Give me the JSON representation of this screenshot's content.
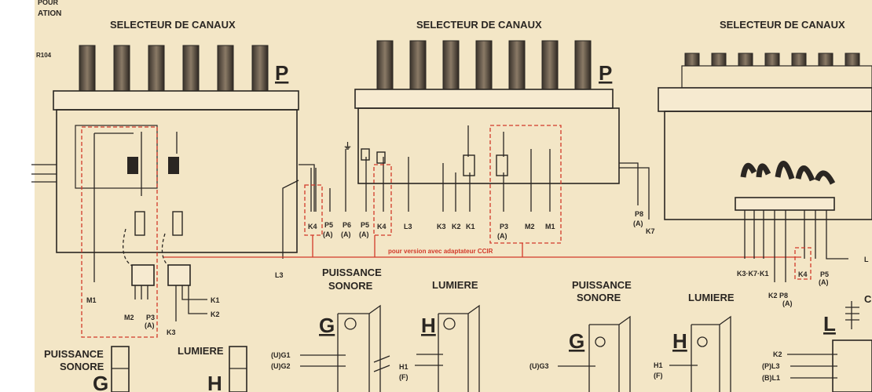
{
  "corner": {
    "line1": "POUR",
    "line2": "ATION",
    "ref": "R104"
  },
  "selectors": {
    "title": "SELECTEUR DE CANAUX",
    "marker": "P"
  },
  "labels": {
    "s1": [
      "K4",
      "P5",
      "(A)",
      "P6",
      "(A)",
      "P5",
      "(A)",
      "K4",
      "L3",
      "K3",
      "K2",
      "K1",
      "P3",
      "(A)",
      "M2",
      "M1"
    ],
    "s1_left": {
      "l3": "L3",
      "m1": "M1",
      "m2": "M2",
      "p3": "P3",
      "a": "(A)",
      "k3": "K3",
      "k1": "K1",
      "k2": "K2"
    },
    "right": {
      "p8": "P8",
      "a": "(A)",
      "k7": "K7",
      "k3k7k1": "K3·K7·K1",
      "k4": "K4",
      "p5": "P5",
      "a2": "(A)",
      "k2p8": "K2  P8",
      "a3": "(A)",
      "l": "L"
    },
    "ccir": "pour version avec adaptateur CCIR",
    "ground": "⏚"
  },
  "modules": {
    "puissance_a": {
      "l1": "PUISSANCE",
      "l2": "SONORE",
      "letter": "G",
      "g1": "(U)G1",
      "g2": "(U)G2"
    },
    "lumiere_a": {
      "title": "LUMIERE",
      "letter": "H",
      "h1": "H1",
      "f": "(F)"
    },
    "puissance_b": {
      "l1": "PUISSANCE",
      "l2": "SONORE",
      "letter": "G",
      "g3": "(U)G3"
    },
    "lumiere_b": {
      "title": "LUMIERE",
      "letter": "H",
      "h1": "H1",
      "f": "(F)"
    },
    "puissance_c": {
      "l1": "PUISSANCE",
      "l2": "SONORE",
      "letter": "G"
    },
    "lumiere_c": {
      "title": "LUMIERE",
      "letter": "H"
    },
    "module_l": {
      "letter": "L",
      "c": "C",
      "k2": "K2",
      "pl3": "(P)L3",
      "bl1": "(B)L1"
    }
  },
  "colors": {
    "paper": "#f3e6c6",
    "ink": "#2a2622",
    "red": "#d23a2a"
  }
}
